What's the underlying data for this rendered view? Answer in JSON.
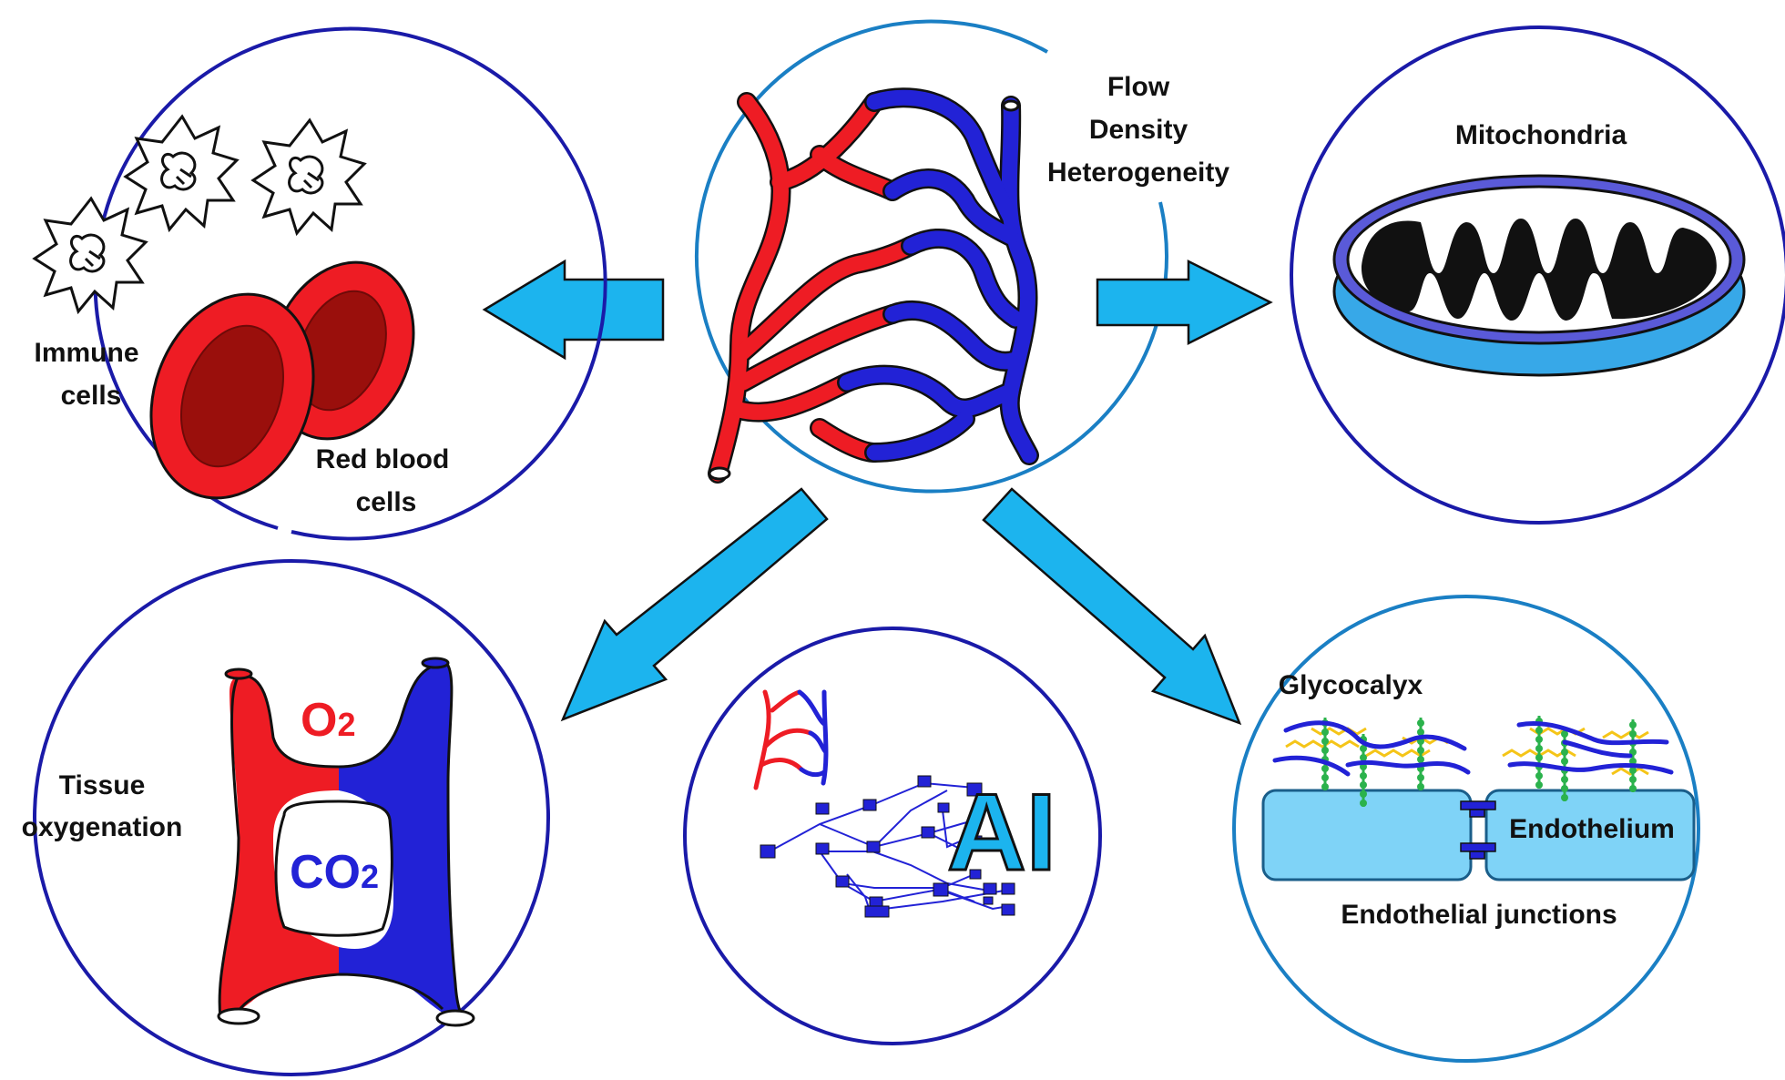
{
  "center": {
    "factors": [
      "Flow",
      "Density",
      "Heterogeneity"
    ]
  },
  "panels": {
    "immune": {
      "label_line1": "Immune",
      "label_line2": "cells"
    },
    "rbc": {
      "label_line1": "Red blood",
      "label_line2": "cells"
    },
    "mitochondria": {
      "title": "Mitochondria"
    },
    "tissue": {
      "label_line1": "Tissue",
      "label_line2": "oxygenation",
      "gas_in": "O",
      "gas_in_sub": "2",
      "gas_out": "CO",
      "gas_out_sub": "2"
    },
    "ai": {
      "label": "AI"
    },
    "endothelium": {
      "glycocalyx": "Glycocalyx",
      "endothelium": "Endothelium",
      "junctions": "Endothelial junctions"
    }
  },
  "colors": {
    "arterial_red": "#ee1c24",
    "venous_blue": "#2222d6",
    "arrow_blue": "#1cb4ee",
    "circle_dark": "#1a1aa8",
    "circle_light": "#1a7fc4",
    "mito_outer": "#5a5ad8",
    "mito_base": "#37a8e8",
    "cell_fill": "#7fd3f7",
    "rbc_dark": "#9a0f0c",
    "glyco_yellow": "#f5c518",
    "glyco_green": "#2bb24c"
  },
  "icons": [
    "immune-cell-icon",
    "red-blood-cell-icon",
    "vessel-network-icon",
    "mitochondrion-icon",
    "capillary-icon",
    "neural-network-icon",
    "endothelial-cell-icon"
  ]
}
